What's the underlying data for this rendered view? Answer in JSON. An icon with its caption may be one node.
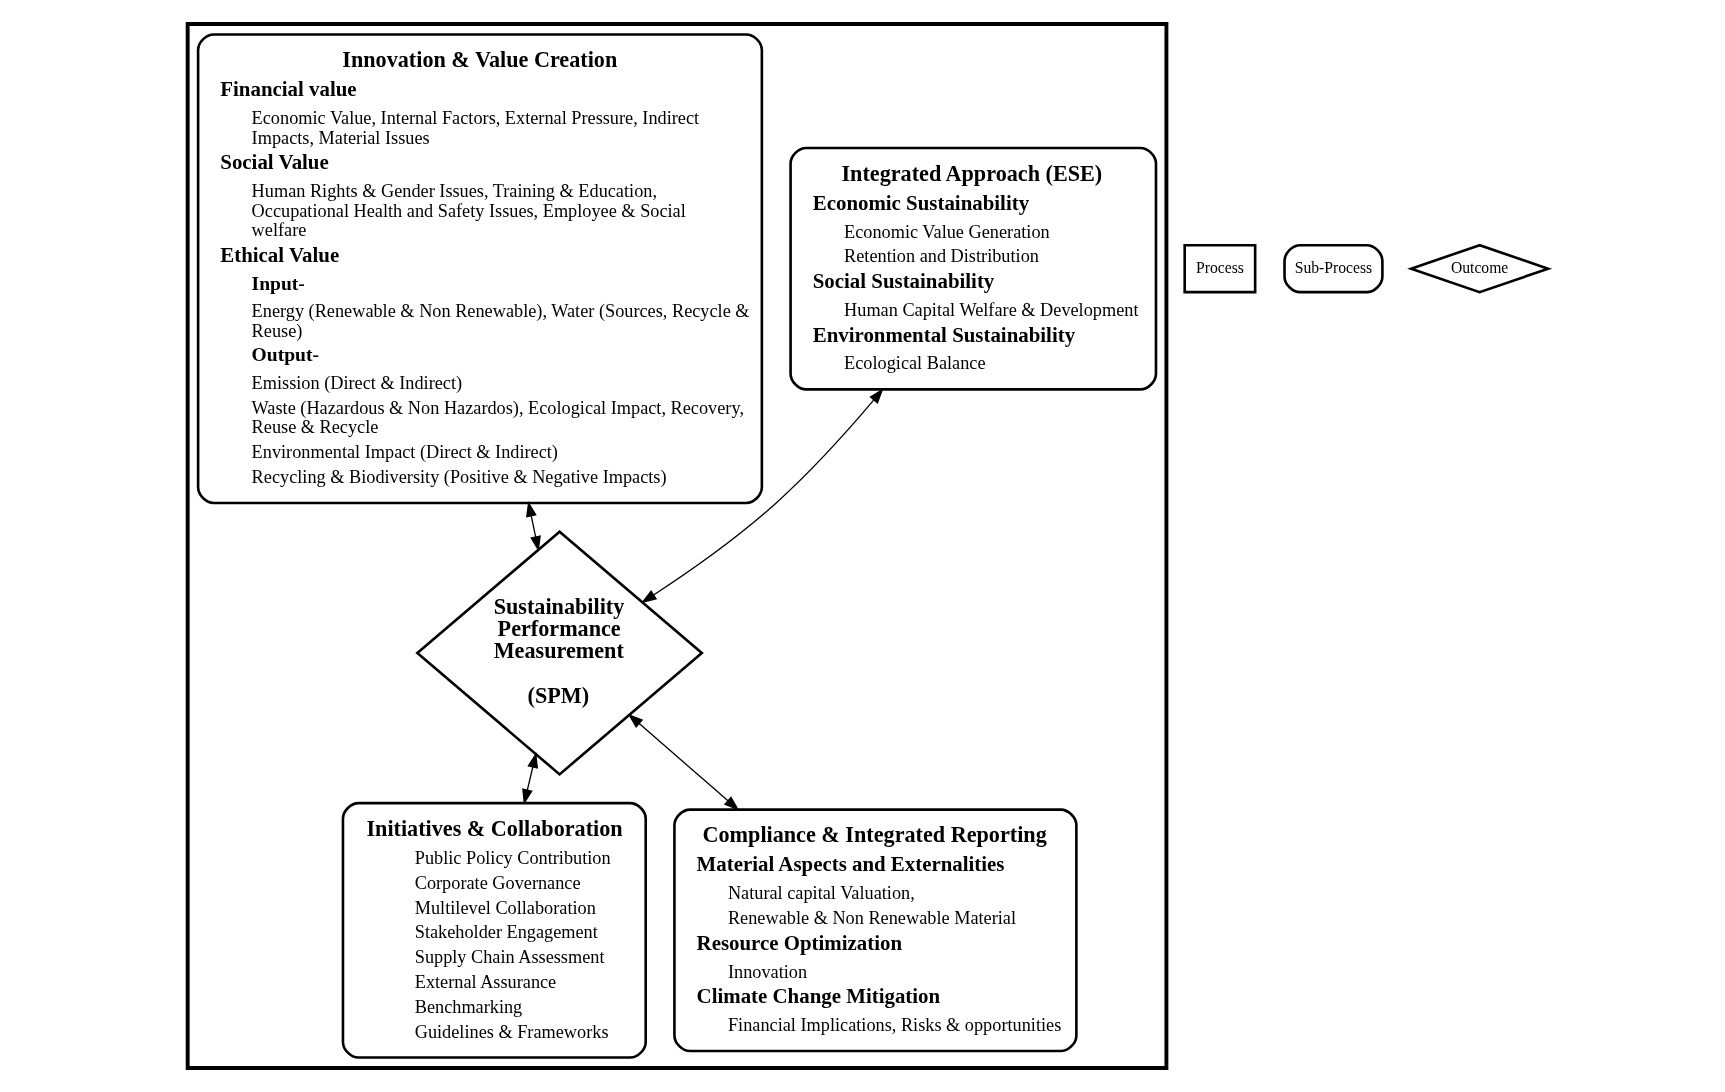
{
  "diagram": {
    "nodes": [
      {
        "text": [],
        "shape": "box"
      },
      {
        "text": [
          "Integrated Approach (ESE)",
          "Economic Sustainability",
          "Economic Value Generation",
          "Retention and Distribution",
          "Social Sustainability",
          "Human Capital Welfare & Development",
          "Environmental Sustainability",
          "Ecological Balance"
        ],
        "in": 0
      },
      {
        "text": [
          "Innovation & Value Creation",
          "Financial value",
          "Economic Value, Internal Factors, External Pressure, Indirect Impacts, Material Issues",
          "Social Value",
          "Human Rights & Gender Issues, Training & Education, Occupational Health and Safety Issues, Employee & Social welfare",
          "Ethical Value",
          "Input-",
          "Energy (Renewable & Non Renewable), Water (Sources, Recycle & Reuse)",
          "Output-",
          "Emission (Direct & Indirect)",
          "Waste (Hazardous & Non Hazardos), Ecological Impact, Recovery, Reuse & Recycle",
          "Environmental Impact (Direct & Indirect)",
          "Recycling & Biodiversity (Positive & Negative Impacts)"
        ],
        "in": 0
      },
      {
        "text": [
          "Sustainability Performance Measurement",
          "(SPM)"
        ],
        "in": 0
      },
      {
        "text": [
          "Initiatives & Collaboration",
          "Public Policy Contribution",
          "Corporate Governance",
          "Multilevel Collaboration",
          "Stakeholder Engagement",
          "Supply Chain Assessment",
          "External Assurance",
          "Benchmarking",
          "Guidelines & Frameworks"
        ],
        "in": 0
      },
      {
        "text": [
          "Compliance & Integrated Reporting",
          "Material Aspects and Externalities",
          "Natural capital Valuation,",
          "Renewable & Non Renewable Material",
          "Resource Optimization",
          "Innovation",
          "Climate Change Mitigation",
          "Financial Implications, Risks & opportunities"
        ],
        "in": 0
      }
    ],
    "edges": [
      {
        "from": 1,
        "to": 3,
        "arrow": "both"
      },
      {
        "from": 2,
        "to": 3,
        "arrow": "both"
      },
      {
        "from": 3,
        "to": 4,
        "arrow": "both"
      },
      {
        "from": 3,
        "to": 5,
        "arrow": "both"
      }
    ],
    "legend": [
      {
        "text": "Process"
      },
      {
        "text": "Sub-Process"
      },
      {
        "text": "Outcome"
      }
    ]
  }
}
